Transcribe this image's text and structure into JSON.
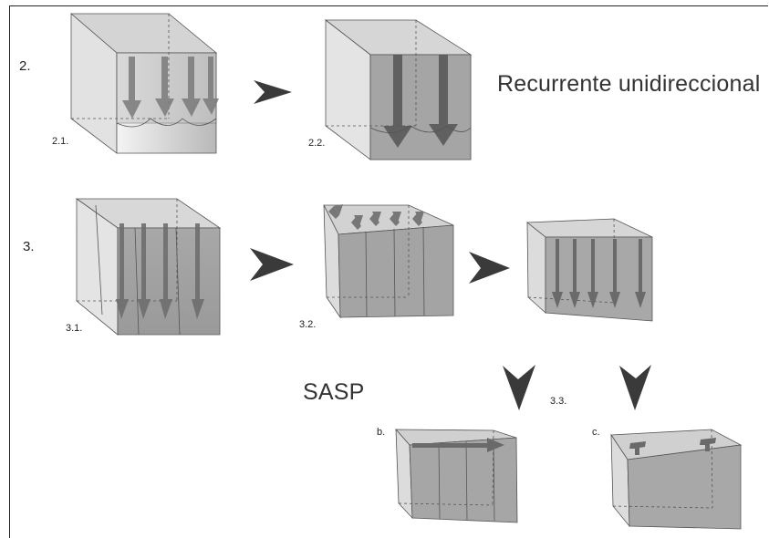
{
  "row_labels": {
    "row2": "2.",
    "row3": "3."
  },
  "sub_labels": {
    "s21": "2.1.",
    "s22": "2.2.",
    "s31": "3.1.",
    "s32": "3.2.",
    "s33": "3.3.",
    "sb": "b.",
    "sc": "c."
  },
  "titles": {
    "recurrent": "Recurrente unidireccional",
    "sasp": "SASP"
  },
  "colors": {
    "arrow": "#3a3a3a",
    "block_light": "#e6e6e6",
    "block_dark": "#9c9c9c",
    "flow_arrow": "#777777"
  },
  "icons": [
    "progress-arrowhead-icon",
    "flow-arrow-icon"
  ]
}
